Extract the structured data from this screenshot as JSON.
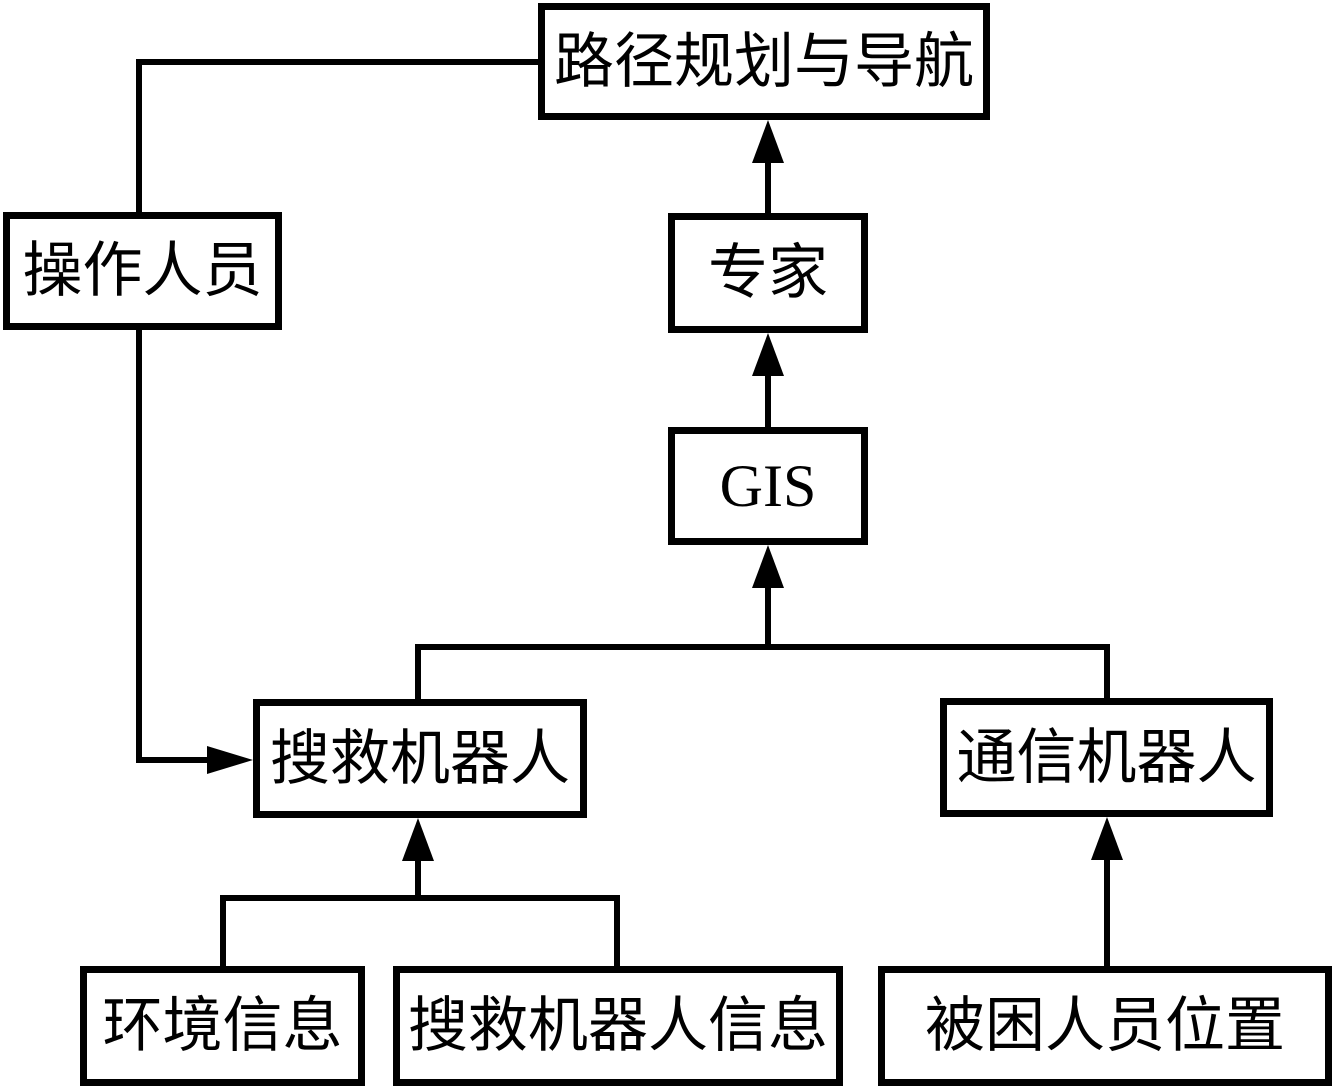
{
  "diagram": {
    "type": "flowchart",
    "background_color": "#ffffff",
    "line_color": "#000000",
    "nodes": {
      "path_planning": {
        "label": "路径规划与导航"
      },
      "operator": {
        "label": "操作人员"
      },
      "expert": {
        "label": "专家"
      },
      "gis": {
        "label": "GIS"
      },
      "rescue_robot": {
        "label": "搜救机器人"
      },
      "comm_robot": {
        "label": "通信机器人"
      },
      "env_info": {
        "label": "环境信息"
      },
      "rescue_robot_info": {
        "label": "搜救机器人信息"
      },
      "trapped_position": {
        "label": "被困人员位置"
      }
    },
    "edges": [
      {
        "from": "operator",
        "to": "path_planning",
        "arrowhead": false
      },
      {
        "from": "operator",
        "to": "rescue_robot",
        "arrowhead": true
      },
      {
        "from": "expert",
        "to": "path_planning",
        "arrowhead": true
      },
      {
        "from": "gis",
        "to": "expert",
        "arrowhead": true
      },
      {
        "from": "rescue_robot",
        "to": "gis",
        "arrowhead": true
      },
      {
        "from": "comm_robot",
        "to": "gis",
        "arrowhead": true
      },
      {
        "from": "env_info",
        "to": "rescue_robot",
        "arrowhead": true
      },
      {
        "from": "rescue_robot_info",
        "to": "rescue_robot",
        "arrowhead": true
      },
      {
        "from": "trapped_position",
        "to": "comm_robot",
        "arrowhead": true
      }
    ]
  }
}
